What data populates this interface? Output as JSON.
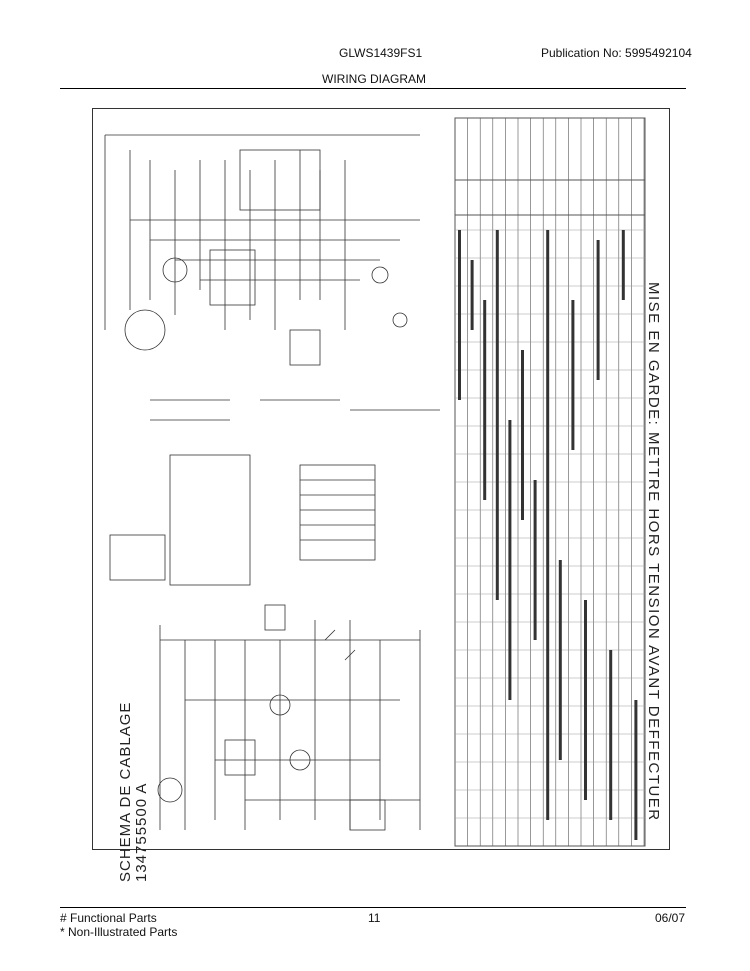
{
  "header": {
    "model": "GLWS1439FS1",
    "publication": "Publication No:  5995492104",
    "title": "WIRING DIAGRAM"
  },
  "diagram": {
    "warning": "MISE EN GARDE: METTRE HORS TENSION AVANT DEFFECTUER",
    "schema_title": "SCHEMA DE CABLAGE",
    "schema_number": "134755500 A"
  },
  "footer": {
    "functional_parts": "# Functional Parts",
    "non_illustrated": "* Non-Illustrated Parts",
    "page": "11",
    "date": "06/07"
  }
}
